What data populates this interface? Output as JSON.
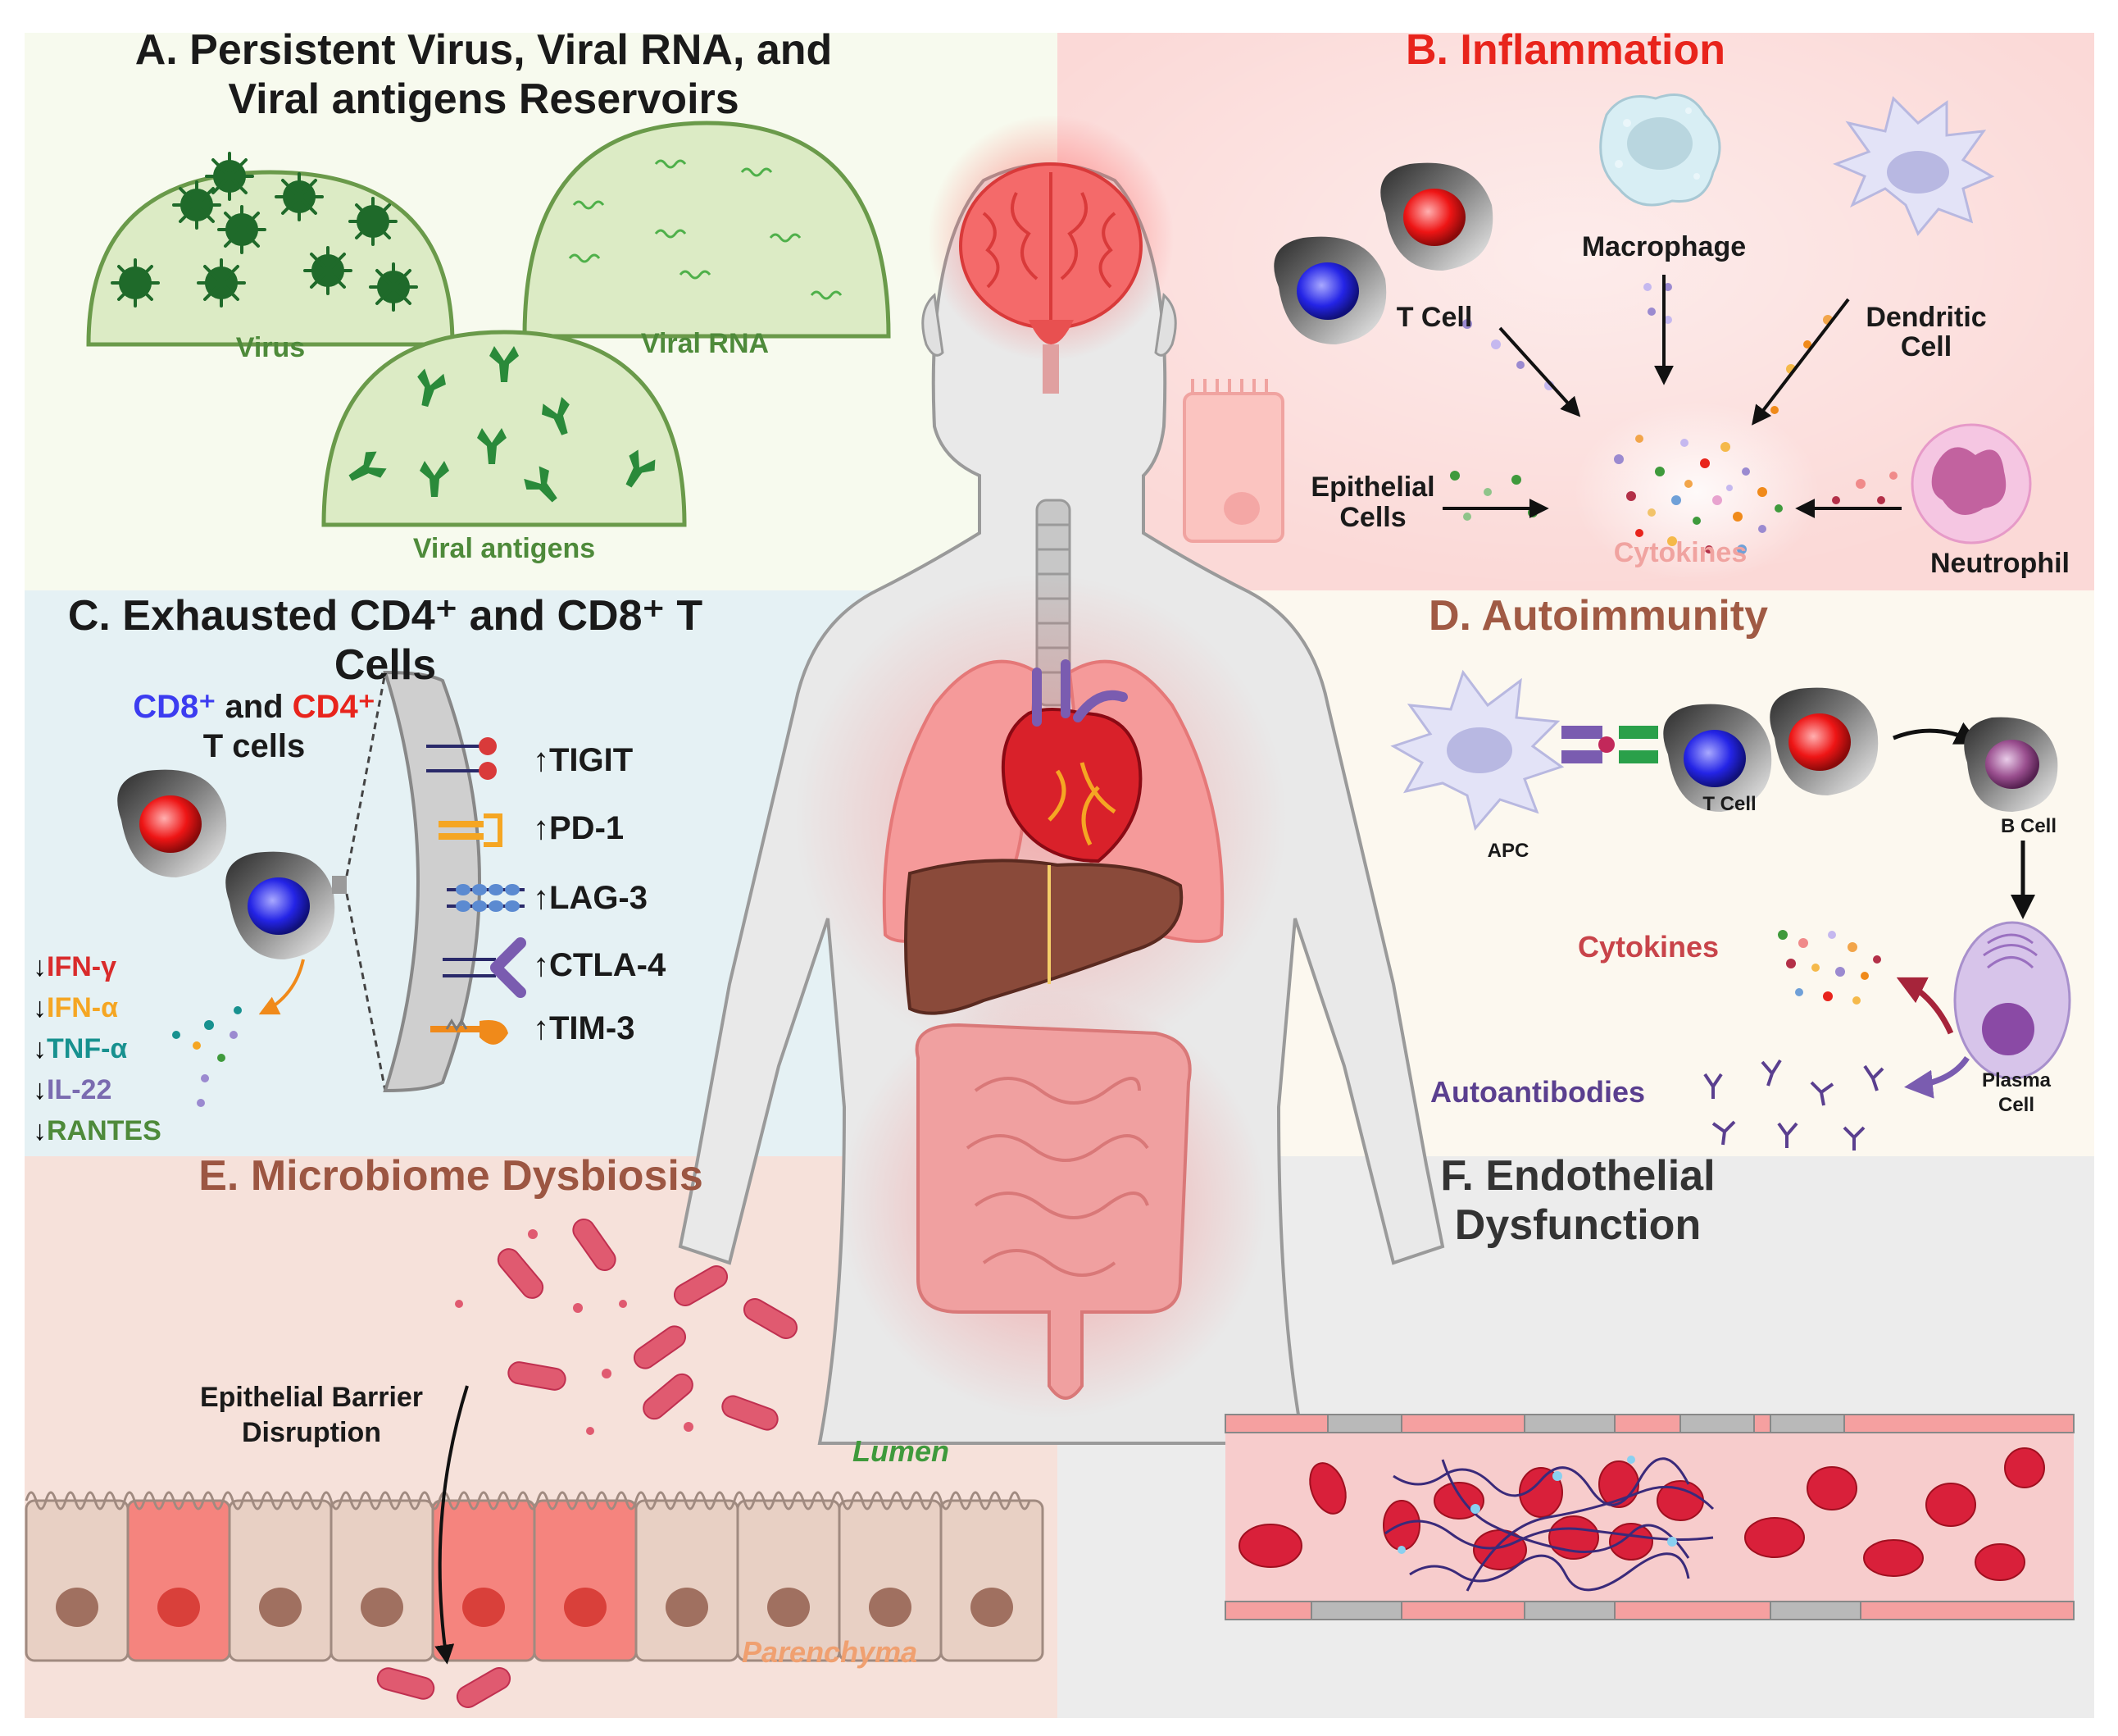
{
  "panel_a": {
    "title_line1": "A. Persistent Virus, Viral RNA, and",
    "title_line2": "Viral antigens Reservoirs",
    "label_virus": "Virus",
    "label_rna": "Viral RNA",
    "label_antigens": "Viral antigens"
  },
  "panel_b": {
    "title": "B. Inflammation",
    "label_tcell": "T Cell",
    "label_macrophage": "Macrophage",
    "label_dendritic_1": "Dendritic",
    "label_dendritic_2": "Cell",
    "label_epithelial_1": "Epithelial",
    "label_epithelial_2": "Cells",
    "label_cytokines": "Cytokines",
    "label_neutrophil": "Neutrophil"
  },
  "panel_c": {
    "title_line1": "C. Exhausted CD4⁺ and CD8⁺ T",
    "title_line2": "Cells",
    "cd8": "CD8⁺",
    "and": " and ",
    "cd4": "CD4⁺",
    "tcells": "T cells",
    "markers": [
      "↑TIGIT",
      "↑PD-1",
      "↑LAG-3",
      "↑CTLA-4",
      "↑TIM-3"
    ],
    "arrow_down": "↓",
    "cytokines": [
      "IFN-γ",
      "IFN-α",
      "TNF-α",
      "IL-22",
      "RANTES"
    ]
  },
  "panel_d": {
    "title": "D. Autoimmunity",
    "label_apc": "APC",
    "label_tcell": "T Cell",
    "label_bcell": "B Cell",
    "label_cytokines": "Cytokines",
    "label_autoantibodies": "Autoantibodies",
    "label_plasma_1": "Plasma",
    "label_plasma_2": "Cell"
  },
  "panel_e": {
    "title": "E. Microbiome Dysbiosis",
    "label_barrier_1": "Epithelial Barrier",
    "label_barrier_2": "Disruption",
    "label_lumen": "Lumen",
    "label_parenchyma": "Parenchyma"
  },
  "panel_f": {
    "title_line1": "F. Endothelial",
    "title_line2": "Dysfunction"
  },
  "colors": {
    "panel_a_bg": "#f7faee",
    "panel_b_bg": "#fbd9d7",
    "panel_c_bg": "#e5f1f4",
    "panel_d_bg": "#fcf8ef",
    "panel_e_bg": "#f6e1da",
    "panel_f_bg": "#ececec",
    "title_b": "#e8241c",
    "title_d": "#a05a44",
    "title_e": "#9c5642",
    "cd8_blue": "#3c3cf0",
    "cd4_red": "#e8241c",
    "ifn_gamma": "#d92b2b",
    "ifn_alpha": "#f5a623",
    "tnf_alpha": "#17918f",
    "il22": "#7a6bb0",
    "rantes": "#4e8a3a",
    "cytokine_label": "#f0a3a0",
    "autoantibodies": "#5a3f8f",
    "lumen": "#3f9a3c",
    "parenchyma": "#f0a070"
  }
}
